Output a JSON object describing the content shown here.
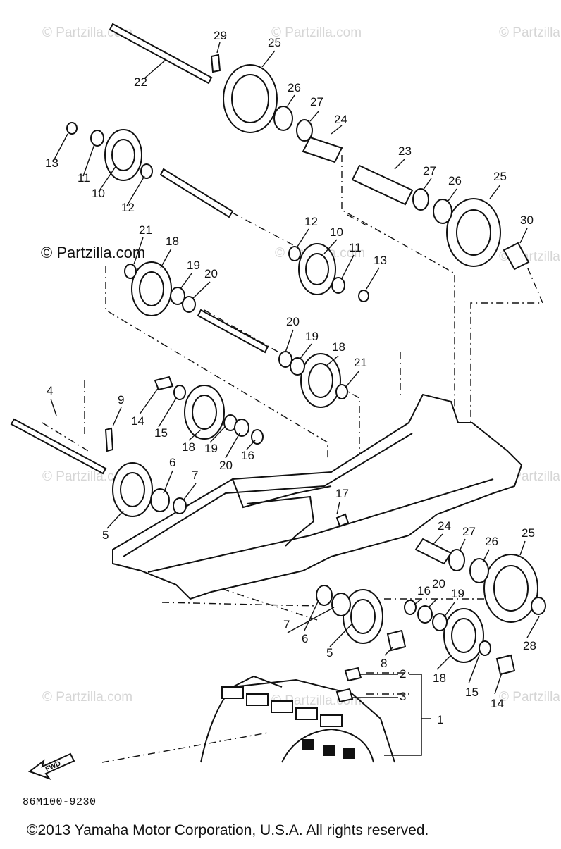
{
  "watermark": "© Partzilla.com",
  "watermark_main": "© Partzilla.com",
  "diagram_code": "86M100-9230",
  "copyright": "©2013  Yamaha Motor Corporation, U.S.A. All rights reserved.",
  "fwd_label": "FWD",
  "callouts": [
    "1",
    "2",
    "3",
    "4",
    "5",
    "5",
    "6",
    "6",
    "7",
    "7",
    "8",
    "9",
    "10",
    "10",
    "11",
    "11",
    "12",
    "12",
    "13",
    "13",
    "14",
    "14",
    "15",
    "15",
    "16",
    "16",
    "17",
    "18",
    "18",
    "18",
    "18",
    "19",
    "19",
    "19",
    "19",
    "20",
    "20",
    "20",
    "20",
    "21",
    "21",
    "22",
    "23",
    "24",
    "24",
    "25",
    "25",
    "25",
    "26",
    "26",
    "26",
    "27",
    "27",
    "27",
    "28",
    "29",
    "30"
  ]
}
